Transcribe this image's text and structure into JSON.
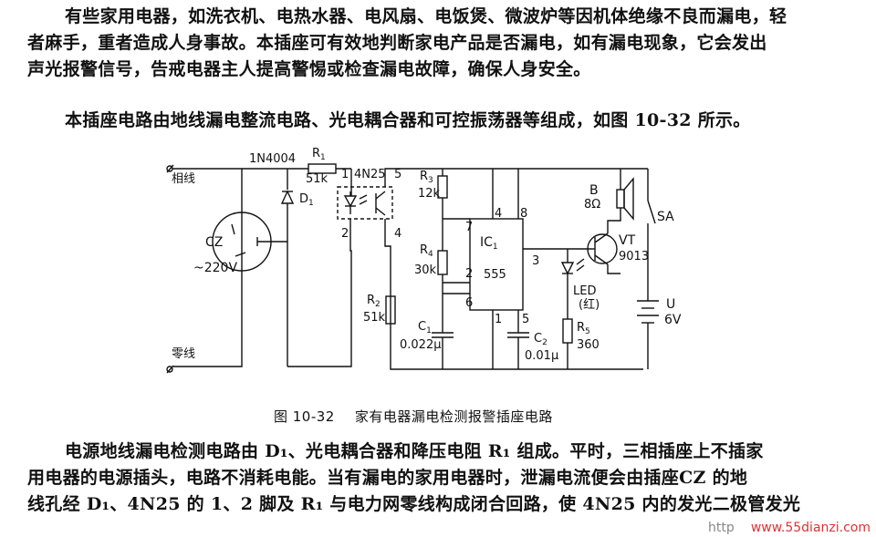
{
  "text": {
    "para1": [
      "有些家用电器，如洗衣机、电热水器、电风扇、电饭煲、微波炉等因机体绝缘不良而漏电，轻",
      "者麻手，重者造成人身事故。本插座可有效地判断家电产品是否漏电，如有漏电现象，它会发出",
      "声光报警信号，告戒电器主人提高警惕或检查漏电故障，确保人身安全。"
    ],
    "para2": "本插座电路由地线漏电整流电路、光电耦合器和可控振荡器等组成，如图 10-32 所示。",
    "para3": [
      "电源地线漏电检测电路由 D₁、光电耦合器和降压电阻 R₁ 组成。平时，三相插座上不插家",
      "用电器的电源插头，电路不消耗电能。当有漏电的家用电器时，泄漏电流便会由插座CZ 的地",
      "线孔经 D₁、4N25 的 1、2 脚及 R₁ 与电力网零线构成闭合回路，使 4N25 内的发光二极管发光"
    ],
    "caption_num": "图 10-32",
    "caption_title": "家有电器漏电检测报警插座电路"
  },
  "circuit": {
    "live": "相线",
    "neutral": "零线",
    "diode_part": "1N4004",
    "d1": "D",
    "d1_sub": "1",
    "r1": "R",
    "r1_sub": "1",
    "r1_val": "51k",
    "opto": "4N25",
    "pin1": "1",
    "pin2": "2",
    "pin4": "4",
    "pin5": "5",
    "cz": "CZ",
    "voltage": "~220V",
    "r2": "R",
    "r2_sub": "2",
    "r2_val": "51k",
    "r3": "R",
    "r3_sub": "3",
    "r3_val": "12k",
    "r4": "R",
    "r4_sub": "4",
    "r4_val": "30k",
    "c1": "C",
    "c1_sub": "1",
    "c1_val": "0.022μ",
    "ic": "IC",
    "ic_sub": "1",
    "ic_type": "555",
    "ic_pin4": "4",
    "ic_pin8": "8",
    "ic_pin7": "7",
    "ic_pin2": "2",
    "ic_pin6": "6",
    "ic_pin1": "1",
    "ic_pin5": "5",
    "ic_pin3": "3",
    "c2": "C",
    "c2_sub": "2",
    "c2_val": "0.01μ",
    "led": "LED",
    "led_color": "(红)",
    "r5": "R",
    "r5_sub": "5",
    "r5_val": "360",
    "b": "B",
    "b_val": "8Ω",
    "vt": "VT",
    "vt_part": "9013",
    "sa": "SA",
    "u": "U",
    "u_val": "6V"
  },
  "watermark": "www.55dianzi.com",
  "wm_prefix": "http"
}
